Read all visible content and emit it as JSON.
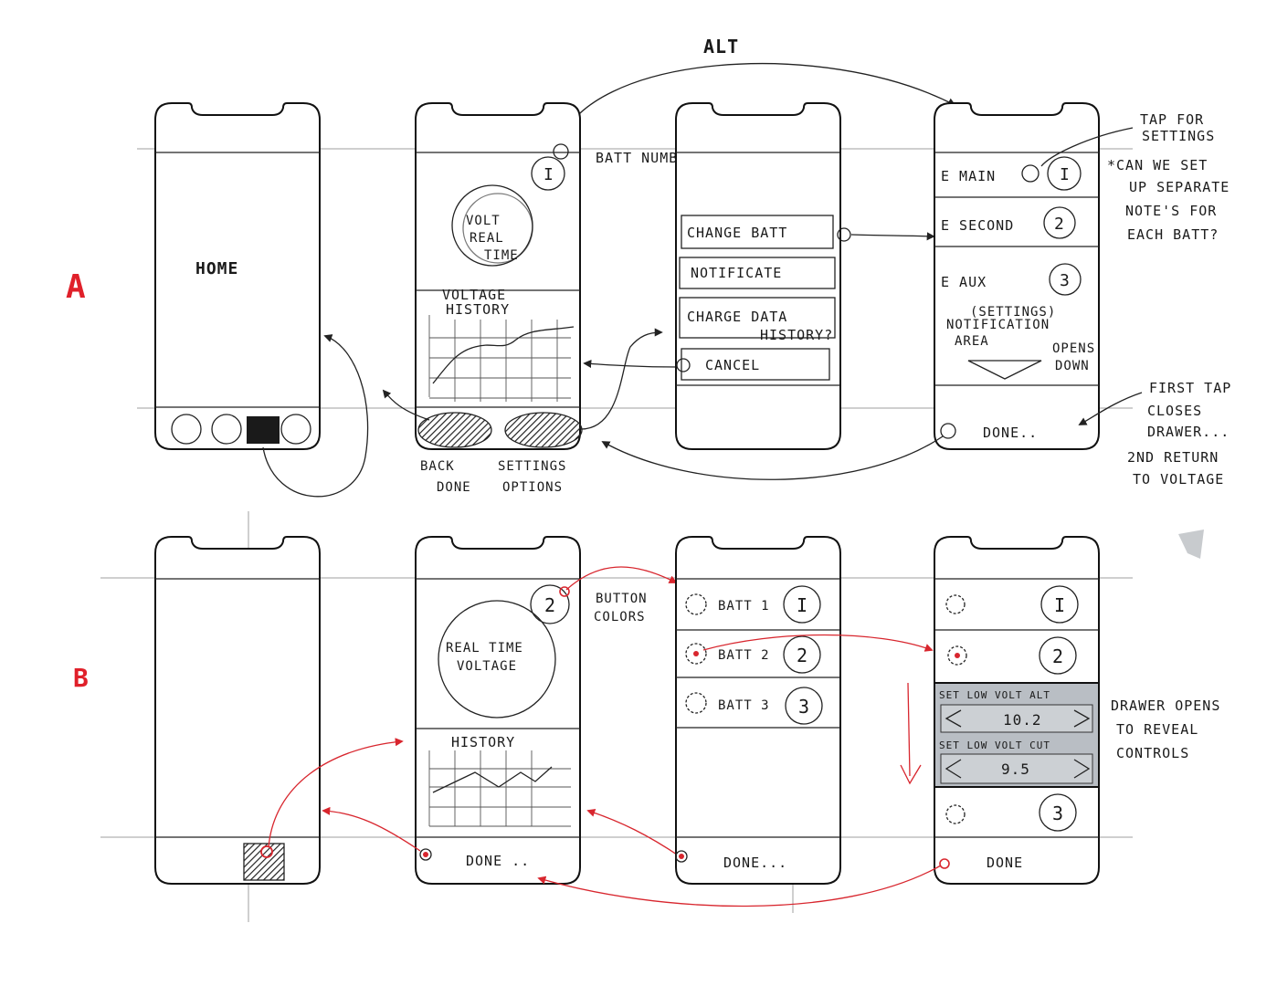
{
  "title": "ALT",
  "row_a": {
    "label": "A",
    "screen1": {
      "title": "HOME"
    },
    "screen2": {
      "batt_num_label": "BATT NUMB.",
      "badge": "I",
      "circle_line1": "VOLT",
      "circle_line2": "REAL",
      "circle_line3": "TIME",
      "history_line1": "VOLTAGE",
      "history_line2": "HISTORY",
      "bottom_left_label_1": "BACK",
      "bottom_left_label_2": "DONE",
      "bottom_right_label_1": "SETTINGS",
      "bottom_right_label_2": "OPTIONS"
    },
    "screen3": {
      "menu": [
        "CHANGE BATT",
        "NOTIFICATE",
        "CHARGE DATA",
        "HISTORY?",
        "CANCEL"
      ]
    },
    "screen4": {
      "rows": [
        {
          "label": "E MAIN",
          "badge": "I"
        },
        {
          "label": "E SECOND",
          "badge": "2"
        },
        {
          "label": "E AUX",
          "badge": "3"
        }
      ],
      "settings_label": "(SETTINGS)",
      "notification_line1": "NOTIFICATION",
      "notification_line2": "AREA",
      "opens_line1": "OPENS",
      "opens_line2": "DOWN",
      "done": "DONE.."
    },
    "notes": {
      "tap_line1": "TAP FOR",
      "tap_line2": "SETTINGS",
      "q_line1": "*CAN WE SET",
      "q_line2": "UP SEPARATE",
      "q_line3": "NOTE'S FOR",
      "q_line4": "EACH BATT?",
      "first_line1": "FIRST TAP",
      "first_line2": "CLOSES",
      "first_line3": "DRAWER...",
      "second_line1": "2ND RETURN",
      "second_line2": "TO VOLTAGE"
    }
  },
  "row_b": {
    "label": "B",
    "screen2": {
      "badge": "2",
      "button_colors_1": "BUTTON",
      "button_colors_2": "COLORS",
      "circle_line1": "REAL TIME",
      "circle_line2": "VOLTAGE",
      "history": "HISTORY",
      "done": "DONE .."
    },
    "screen3": {
      "rows": [
        {
          "label": "BATT 1",
          "badge": "I"
        },
        {
          "label": "BATT 2",
          "badge": "2"
        },
        {
          "label": "BATT 3",
          "badge": "3"
        }
      ],
      "done": "DONE..."
    },
    "screen4": {
      "badge_top": "I",
      "badge_mid": "2",
      "badge_bottom": "3",
      "alt_label": "SET LOW VOLT ALT",
      "alt_value": "10.2",
      "cut_label": "SET LOW VOLT CUT",
      "cut_value": "9.5",
      "done": "DONE"
    },
    "notes": {
      "drawer_line1": "DRAWER OPENS",
      "drawer_line2": "TO REVEAL",
      "drawer_line3": "CONTROLS"
    }
  },
  "colors": {
    "ink": "#1a1a1a",
    "accent_red": "#e0202a",
    "drawer_gray": "#b9bec4"
  }
}
